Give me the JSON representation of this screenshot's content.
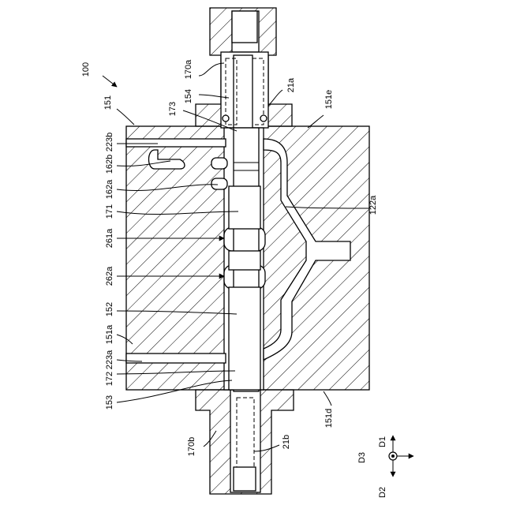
{
  "figure": {
    "ref_main": "100",
    "labels": {
      "l170a": "170a",
      "l154": "154",
      "l21a": "21a",
      "l151e": "151e",
      "l151": "151",
      "l173": "173",
      "l223b": "223b",
      "l162b": "162b",
      "l162a": "162a",
      "l122a": "122a",
      "l171": "171",
      "l261a": "261a",
      "l262a": "262a",
      "l152": "152",
      "l151a": "151a",
      "l223a": "223a",
      "l172": "172",
      "l153": "153",
      "l151d": "151d",
      "l170b": "170b",
      "l21b": "21b"
    },
    "directions": {
      "d1": "D1",
      "d2": "D2",
      "d3": "D3"
    }
  }
}
